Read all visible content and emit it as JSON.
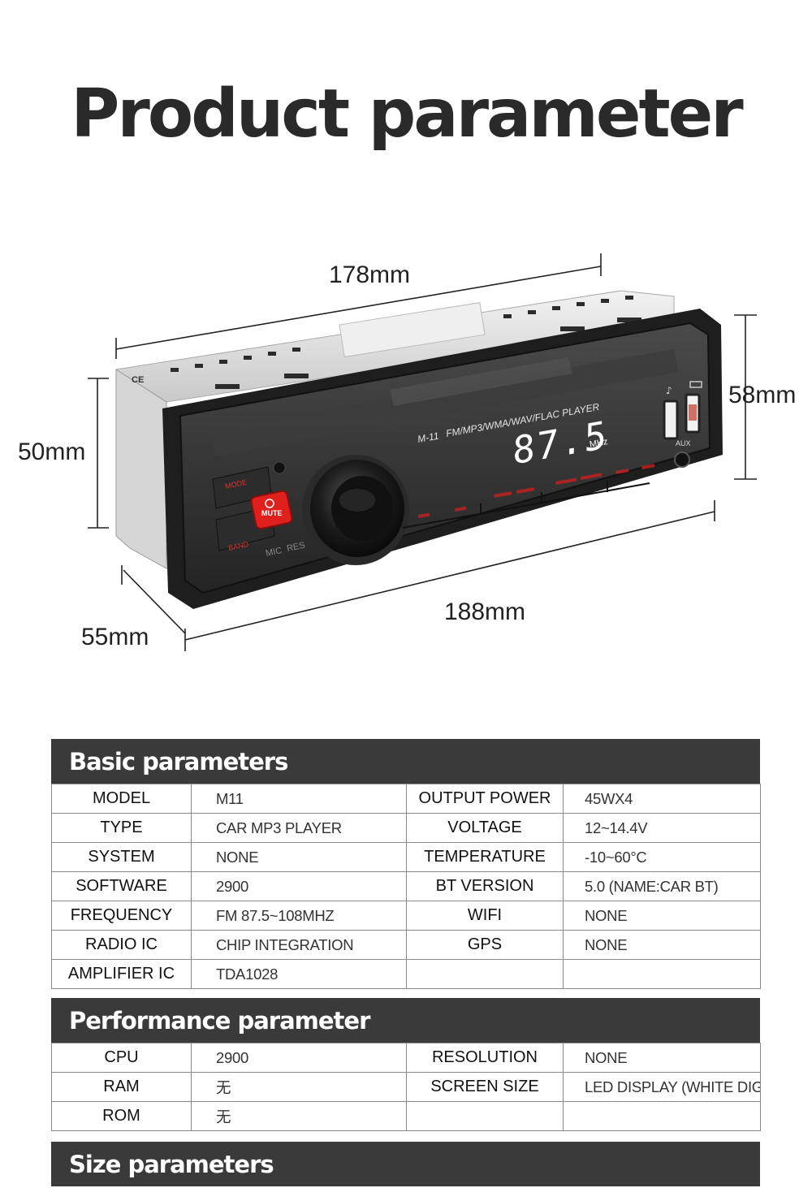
{
  "page_title": "Product parameter",
  "dimensions": {
    "top_length": "178mm",
    "bottom_length": "188mm",
    "left_height": "50mm",
    "right_height": "58mm",
    "depth": "55mm"
  },
  "device": {
    "model_text": "M-11",
    "formats_text": "FM/MP3/WMA/WAV/FLAC PLAYER",
    "display_value": "87.5",
    "display_unit": "MHz",
    "aux_label": "AUX",
    "mode_label": "MODE",
    "mute_label": "MUTE",
    "band_label": "BAND",
    "mic_label": "MIC",
    "res_label": "RES",
    "ce_mark": "CE"
  },
  "basic": {
    "title": "Basic parameters",
    "rows": [
      {
        "k1": "MODEL",
        "v1": "M11",
        "k2": "OUTPUT POWER",
        "v2": "45WX4"
      },
      {
        "k1": "TYPE",
        "v1": "CAR MP3 PLAYER",
        "k2": "VOLTAGE",
        "v2": "12~14.4V"
      },
      {
        "k1": "SYSTEM",
        "v1": "NONE",
        "k2": "TEMPERATURE",
        "v2": "-10~60°C"
      },
      {
        "k1": "SOFTWARE",
        "v1": "2900",
        "k2": "BT VERSION",
        "v2": "5.0 (NAME:CAR BT)"
      },
      {
        "k1": "FREQUENCY",
        "v1": "FM 87.5~108MHZ",
        "k2": "WIFI",
        "v2": "NONE"
      },
      {
        "k1": "RADIO IC",
        "v1": "CHIP INTEGRATION",
        "k2": "GPS",
        "v2": "NONE"
      },
      {
        "k1": "AMPLIFIER IC",
        "v1": "TDA1028",
        "k2": "",
        "v2": ""
      }
    ]
  },
  "performance": {
    "title": "Performance parameter",
    "rows": [
      {
        "k1": "CPU",
        "v1": "2900",
        "k2": "RESOLUTION",
        "v2": "NONE"
      },
      {
        "k1": "RAM",
        "v1": "无",
        "k2": "SCREEN SIZE",
        "v2": "LED DISPLAY (WHITE DIGITAL TUBE)"
      },
      {
        "k1": "ROM",
        "v1": "无",
        "k2": "",
        "v2": ""
      }
    ]
  },
  "size": {
    "title": "Size parameters"
  }
}
